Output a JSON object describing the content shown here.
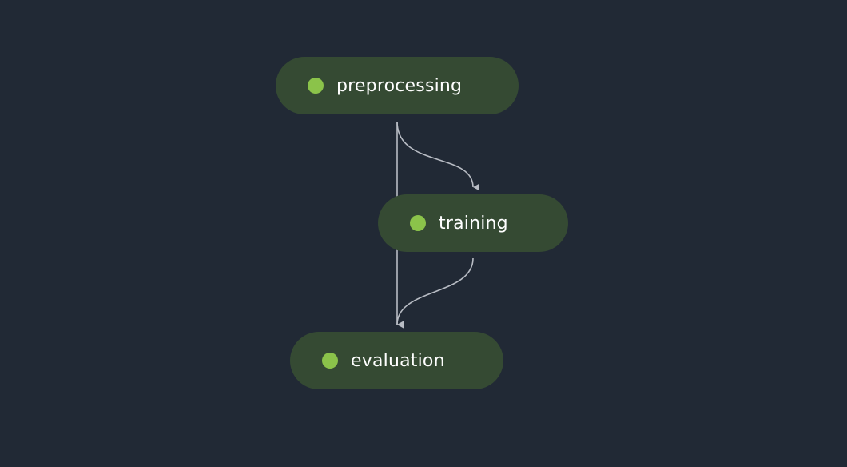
{
  "colors": {
    "background": "#212935",
    "node_fill": "#354a33",
    "status_success": "#8bc34a",
    "edge": "#b8bcc4",
    "label": "#ffffff"
  },
  "nodes": [
    {
      "id": "preprocessing",
      "label": "preprocessing",
      "status": "succeeded"
    },
    {
      "id": "training",
      "label": "training",
      "status": "succeeded"
    },
    {
      "id": "evaluation",
      "label": "evaluation",
      "status": "succeeded"
    }
  ],
  "edges": [
    {
      "from": "preprocessing",
      "to": "training"
    },
    {
      "from": "preprocessing",
      "to": "evaluation"
    },
    {
      "from": "training",
      "to": "evaluation"
    }
  ]
}
